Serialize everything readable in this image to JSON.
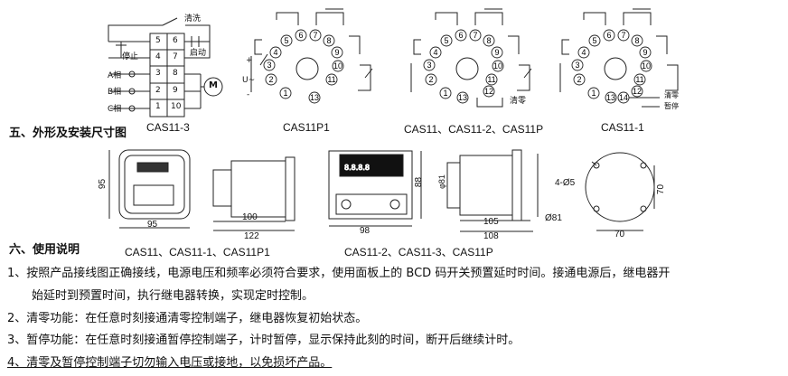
{
  "diagrams": {
    "cas11_3": {
      "caption": "CAS11-3",
      "top_label": "清洗",
      "stop_label": "停止",
      "start_label": "启动",
      "phase_a": "A相",
      "phase_b": "B相",
      "phase_c": "C相",
      "motor": "M",
      "terminals": [
        "5",
        "6",
        "4",
        "7",
        "3",
        "8",
        "2",
        "9",
        "1",
        "10"
      ]
    },
    "cas11p1": {
      "caption": "CAS11P1"
    },
    "cas11_group": {
      "caption": "CAS11、CAS11-2、CAS11P",
      "reset_label": "清零"
    },
    "cas11_1": {
      "caption": "CAS11-1",
      "reset_label": "清零",
      "pause_label": "暂停"
    },
    "socket_pins": [
      "1",
      "2",
      "3",
      "4",
      "5",
      "6",
      "7",
      "8",
      "9",
      "10",
      "11",
      "12",
      "13",
      "14"
    ],
    "power_plus": "+",
    "power_minus": "-",
    "power_label": "U~"
  },
  "section5": {
    "title": "五、外形及安装尺寸图"
  },
  "dimensions": {
    "front_small": {
      "width": "95",
      "height": "95"
    },
    "side_small": {
      "depth1": "100",
      "depth2": "122"
    },
    "caption_left": "CAS11、CAS11-1、CAS11P1",
    "front_large": {
      "width": "98",
      "height": "88",
      "digits": "8.8.8.8"
    },
    "side_large": {
      "dia": "φ81",
      "depth1": "105",
      "depth2": "108"
    },
    "caption_right": "CAS11-2、CAS11-3、CAS11P",
    "cutout": {
      "holes": "4-Ø5",
      "dia": "Ø81",
      "w": "70",
      "h": "70"
    }
  },
  "section6": {
    "title": "六、使用说明",
    "items": [
      "1、按照产品接线图正确接线，电源电压和频率必须符合要求，使用面板上的 BCD 码开关预置延时时间。接通电源后，继电器开",
      "始延时到预置时间，执行继电器转换，实现定时控制。",
      "2、清零功能：在任意时刻接通清零控制端子，继电器恢复初始状态。",
      "3、暂停功能：在任意时刻接通暂停控制端子，计时暂停，显示保持此刻的时间，断开后继续计时。",
      "4、清零及暂停控制端子切勿输入电压或接地，以免损坏产品。"
    ]
  }
}
